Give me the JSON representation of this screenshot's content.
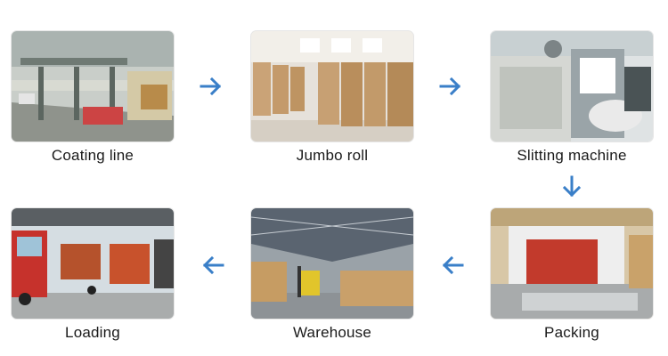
{
  "steps": [
    {
      "label": "Coating line",
      "icon": "coating-line-photo"
    },
    {
      "label": "Jumbo roll",
      "icon": "jumbo-roll-photo"
    },
    {
      "label": "Slitting machine",
      "icon": "slitting-machine-photo"
    },
    {
      "label": "Packing",
      "icon": "packing-photo"
    },
    {
      "label": "Warehouse",
      "icon": "warehouse-photo"
    },
    {
      "label": "Loading",
      "icon": "loading-photo"
    }
  ],
  "arrows": [
    {
      "direction": "right",
      "icon": "arrow-right-icon"
    },
    {
      "direction": "right",
      "icon": "arrow-right-icon"
    },
    {
      "direction": "down",
      "icon": "arrow-down-icon"
    },
    {
      "direction": "left",
      "icon": "arrow-left-icon"
    },
    {
      "direction": "left",
      "icon": "arrow-left-icon"
    }
  ],
  "colors": {
    "arrow": "#3a7fc8",
    "label": "#1a1a1a"
  }
}
